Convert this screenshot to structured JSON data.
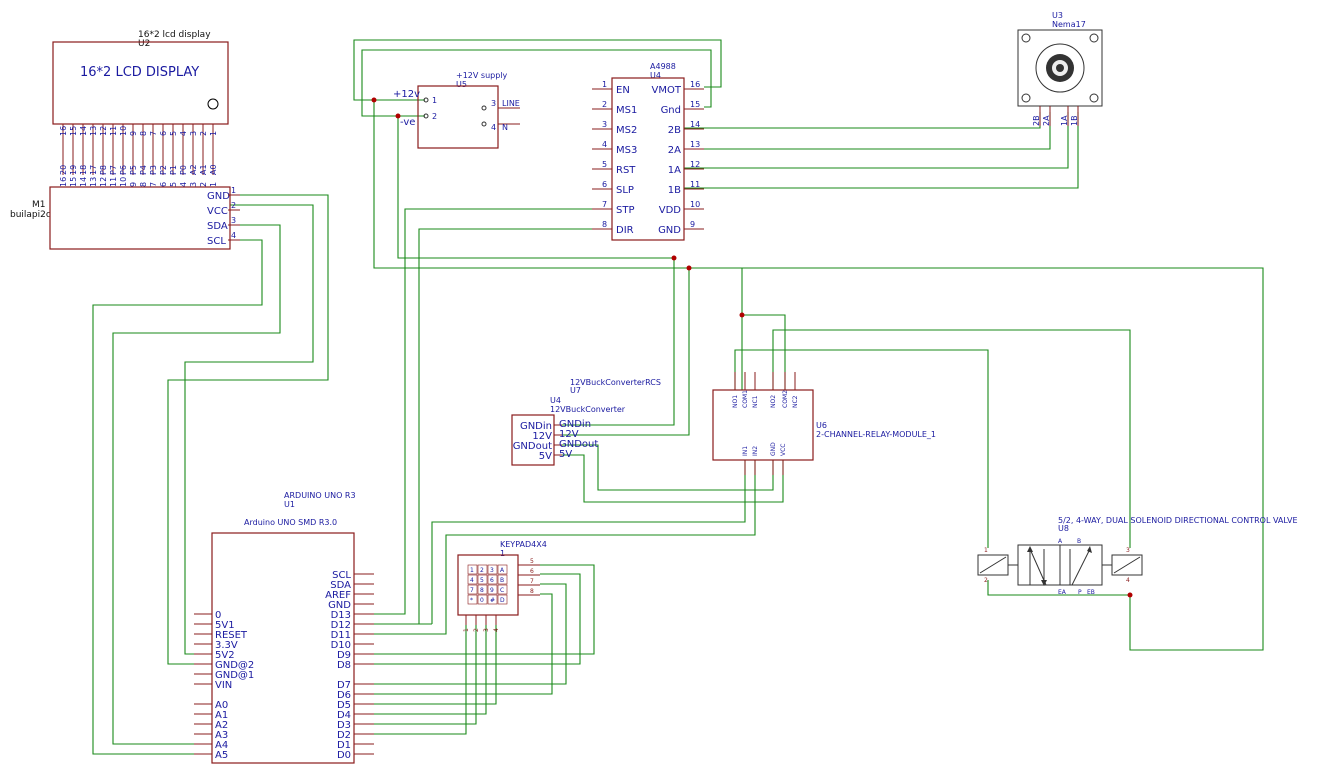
{
  "lcd": {
    "title": "16*2 lcd display",
    "ref": "U2",
    "display_text": "16*2 LCD DISPLAY",
    "pins_top": [
      "16",
      "15",
      "14",
      "13",
      "12",
      "11",
      "10",
      "9",
      "8",
      "7",
      "6",
      "5",
      "4",
      "3",
      "2",
      "1"
    ],
    "pins_bottom": [
      "20",
      "19",
      "18",
      "17",
      "P8",
      "P7",
      "P6",
      "P5",
      "P4",
      "P3",
      "P2",
      "P1",
      "P0",
      "A2",
      "A1",
      "A0"
    ],
    "pins_bottom_num": [
      "16",
      "15",
      "14",
      "13",
      "12",
      "11",
      "10",
      "9",
      "8",
      "7",
      "6",
      "5",
      "4",
      "3",
      "2",
      "1"
    ]
  },
  "i2c": {
    "ref": "M1",
    "name": "builapi2c",
    "pins": [
      "GND",
      "VCC",
      "SDA",
      "SCL"
    ],
    "nums": [
      "1",
      "2",
      "3",
      "4"
    ]
  },
  "supply": {
    "title": "+12V supply",
    "ref": "U5",
    "l1": "1",
    "l2": "2",
    "l3": "3",
    "l4": "4",
    "line": "LINE",
    "n": "N",
    "plus": "+12v",
    "minus": "-ve"
  },
  "driver": {
    "title": "A4988",
    "ref": "U4",
    "left": [
      "EN",
      "MS1",
      "MS2",
      "MS3",
      "RST",
      "SLP",
      "STP",
      "DIR"
    ],
    "left_num": [
      "1",
      "2",
      "3",
      "4",
      "5",
      "6",
      "7",
      "8"
    ],
    "right": [
      "VMOT",
      "Gnd",
      "2B",
      "2A",
      "1A",
      "1B",
      "VDD",
      "GND"
    ],
    "right_num": [
      "16",
      "15",
      "14",
      "13",
      "12",
      "11",
      "10",
      "9"
    ]
  },
  "motor": {
    "title": "Nema17",
    "ref": "U3",
    "pins": [
      "2B",
      "2A",
      "1A",
      "1B"
    ]
  },
  "buck": {
    "title": "12VBuckConverterRCS",
    "ref1": "U7",
    "ref2": "U4",
    "name": "12VBuckConverter",
    "inner": [
      "GNDin",
      "12V",
      "GNDout",
      "5V"
    ],
    "outer": [
      "GNDin",
      "12V",
      "GNDout",
      "5V"
    ]
  },
  "relay": {
    "ref": "U6",
    "name": "2-CHANNEL-RELAY-MODULE_1",
    "top": [
      "NO1",
      "COM1",
      "NC1",
      "NO2",
      "COM2",
      "NC2"
    ],
    "bottom": [
      "IN1",
      "IN2",
      "GND",
      "VCC"
    ]
  },
  "valve": {
    "title": "5/2, 4-WAY, DUAL SOLENOID DIRECTIONAL CONTROL VALVE",
    "ref": "U8",
    "labels": [
      "A",
      "B",
      "EA",
      "P",
      "EB"
    ],
    "pins": [
      "1",
      "2",
      "3",
      "4"
    ]
  },
  "arduino": {
    "title": "ARDUINO UNO R3",
    "ref": "U1",
    "name": "Arduino UNO SMD R3.0",
    "left": [
      "0",
      "5V1",
      "RESET",
      "3.3V",
      "5V2",
      "GND@2",
      "GND@1",
      "VIN",
      "",
      "A0",
      "A1",
      "A2",
      "A3",
      "A4",
      "A5"
    ],
    "right": [
      "SCL",
      "SDA",
      "AREF",
      "GND",
      "D13",
      "D12",
      "D11",
      "D10",
      "D9",
      "D8",
      "",
      "D7",
      "D6",
      "D5",
      "D4",
      "D3",
      "D2",
      "D1",
      "D0"
    ]
  },
  "keypad": {
    "title": "KEYPAD4X4",
    "ref": "1",
    "keys": [
      "1",
      "2",
      "3",
      "A",
      "4",
      "5",
      "6",
      "B",
      "7",
      "8",
      "9",
      "C",
      "*",
      "0",
      "#",
      "D"
    ],
    "right_pins": [
      "5",
      "6",
      "7",
      "8"
    ],
    "bottom_pins": [
      "1",
      "2",
      "3",
      "4"
    ]
  }
}
